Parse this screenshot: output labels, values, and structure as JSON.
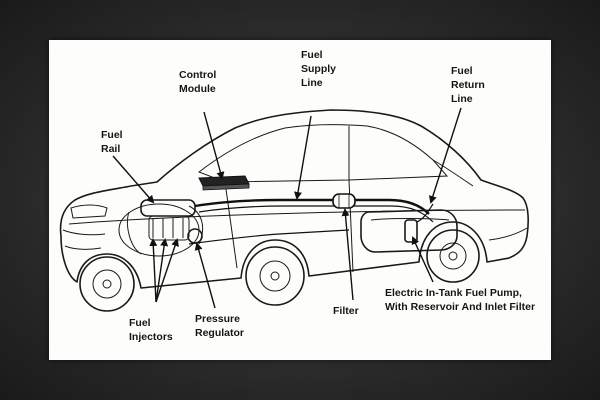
{
  "diagram": {
    "labels": {
      "control_module": [
        "Control",
        "Module"
      ],
      "fuel_supply_line": [
        "Fuel",
        "Supply",
        "Line"
      ],
      "fuel_return_line": [
        "Fuel",
        "Return",
        "Line"
      ],
      "fuel_rail": [
        "Fuel",
        "Rail"
      ],
      "fuel_injectors": [
        "Fuel",
        "Injectors"
      ],
      "pressure_regulator": [
        "Pressure",
        "Regulator"
      ],
      "filter": [
        "Filter"
      ],
      "fuel_pump": [
        "Electric In-Tank Fuel Pump,",
        "With Reservoir And Inlet Filter"
      ]
    },
    "colors": {
      "background": "#2b2b2b",
      "paper": "#fdfdfb",
      "ink": "#151515"
    }
  }
}
